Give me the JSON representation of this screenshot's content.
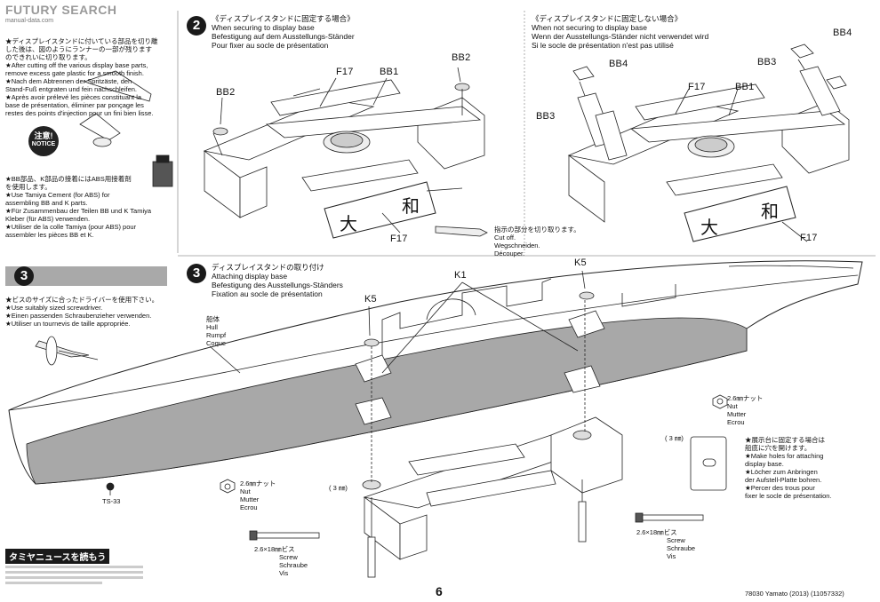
{
  "watermark": {
    "brand": "FUTURY SEARCH",
    "line2": "manual-data.com"
  },
  "left": {
    "intro_lines": [
      "★ディスプレイスタンドに付いている部品を切り離",
      "した後は、図のようにランナーの一部が残ります",
      "のできれいに切り取ります。",
      "★After cutting off the various display base parts,",
      "remove excess gate plastic for a smooth finish.",
      "★Nach dem Abtrennen der Spritzäste, den",
      "Stand-Fuß entgraten und fein nachschleifen.",
      "★Après avoir prélevé les pièces constituant la",
      "base de présentation, éliminer par ponçage les",
      "restes des points d'injection pour un fini bien lisse."
    ],
    "notice_jp": "注意!",
    "notice_en": "NOTICE",
    "cement_lines": [
      "★BB部品、K部品の接着にはABS用接着剤",
      "を使用します。",
      "★Use Tamiya Cement (for ABS) for",
      "assembling BB and K parts.",
      "★Für Zusammenbau der Teilen BB und K Tamiya",
      "Kleber (für ABS) verwenden.",
      "★Utiliser de la colle Tamiya (pour ABS) pour",
      "assembler les pièces BB et K."
    ],
    "step_number": "3",
    "screw_lines": [
      "★ビスのサイズに合ったドライバーを使用下さい。",
      "★Use suitably sized screwdriver.",
      "★Einen passenden Schraubenzieher verwenden.",
      "★Utiliser un tournevis de taille appropriée."
    ],
    "news_title": "タミヤニュースを読もう"
  },
  "step2a": {
    "number": "2",
    "lines": [
      "《ディスプレイスタンドに固定する場合》",
      "When securing to display base",
      "Befestigung auf dem Ausstellungs-Ständer",
      "Pour fixer au socle de présentation"
    ]
  },
  "step2b": {
    "lines": [
      "《ディスプレイスタンドに固定しない場合》",
      "When not securing to display base",
      "Wenn der Ausstellungs-Ständer nicht verwendet wird",
      "Si le socle de présentation n'est pas utilisé"
    ]
  },
  "step3": {
    "number": "3",
    "lines": [
      "ディスプレイスタンドの取り付け",
      "Attaching display base",
      "Befestigung des Ausstellungs-Ständers",
      "Fixation au socle de présentation"
    ]
  },
  "labels": {
    "bb2": "BB2",
    "f17": "F17",
    "bb1": "BB1",
    "bb4": "BB4",
    "bb3": "BB3",
    "k1": "K1",
    "k5": "K5",
    "ts33": "TS-33",
    "three_mm": "( 3 ㎜)"
  },
  "cut_lines": [
    "指示の部分を切り取ります。",
    "Cut off.",
    "Wegschneiden.",
    "Découper."
  ],
  "hull_lines": [
    "船体",
    "Hull",
    "Rumpf",
    "Coque"
  ],
  "nut_lines": [
    "2.6㎜ナット",
    "Nut",
    "Mutter",
    "Ecrou"
  ],
  "screw_part_lines": [
    "2.6×18㎜ビス",
    "Screw",
    "Schraube",
    "Vis"
  ],
  "holes_lines": [
    "★展示台に固定する場合は",
    "船底に穴を開けます。",
    "★Make holes for attaching",
    "display base.",
    "★Löcher zum Anbringen",
    "der Aufstell-Platte bohren.",
    "★Percer des trous pour",
    "fixer le socle de présentation."
  ],
  "plate_kanji": [
    "大",
    "和"
  ],
  "footer": {
    "page": "6",
    "product": "78030 Yamato (2013) (11057332)"
  }
}
